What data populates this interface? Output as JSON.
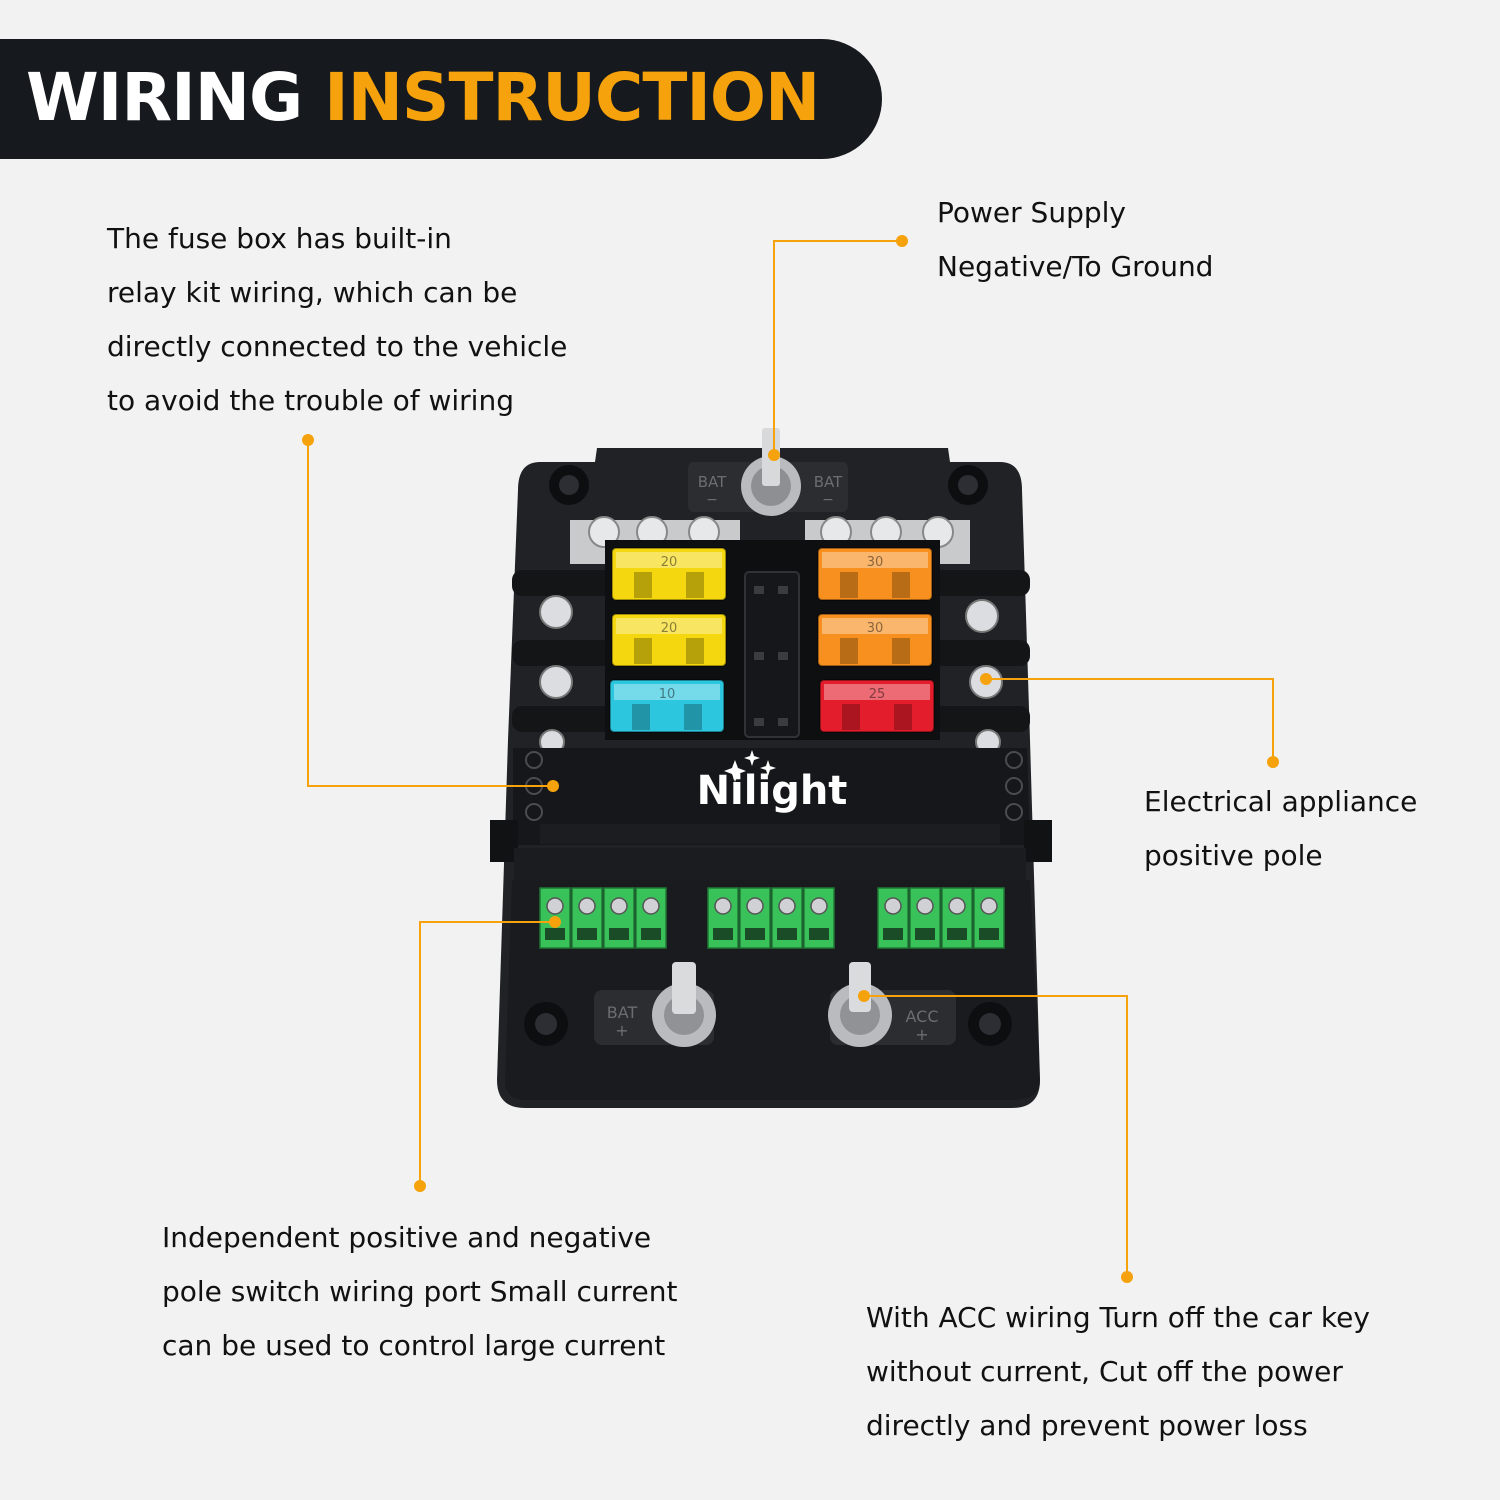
{
  "header": {
    "title_word1": "WIRING",
    "title_word2": "INSTRUCTION"
  },
  "brand": "Nilight",
  "callouts": {
    "relay": [
      "The fuse box has built-in",
      "relay kit wiring, which can be",
      "directly connected to the vehicle",
      "to avoid the trouble of wiring"
    ],
    "power": [
      "Power Supply",
      "Negative/To Ground"
    ],
    "appliance": [
      "Electrical appliance",
      "positive pole"
    ],
    "switch_port": [
      "Independent positive and negative",
      "pole switch wiring port Small current",
      "can be used to control large current"
    ],
    "acc": [
      "With ACC wiring Turn off the car key",
      "without current, Cut off the power",
      "directly and prevent power loss"
    ]
  },
  "terminal_labels": {
    "bat_neg": "BAT",
    "neg_sign": "−",
    "bat_pos": "BAT",
    "acc_pos": "ACC",
    "pos_sign": "+"
  },
  "fuses": [
    {
      "rating": "20",
      "color": "#f4d70e"
    },
    {
      "rating": "20",
      "color": "#f4d70e"
    },
    {
      "rating": "10",
      "color": "#2cc6df"
    },
    {
      "rating": "30",
      "color": "#f7901e"
    },
    {
      "rating": "30",
      "color": "#f7901e"
    },
    {
      "rating": "25",
      "color": "#e31d2b"
    }
  ],
  "colors": {
    "accent": "#f5a20c",
    "banner_bg": "#16191e",
    "housing": "#1e2024",
    "terminal_green": "#39c25a"
  }
}
